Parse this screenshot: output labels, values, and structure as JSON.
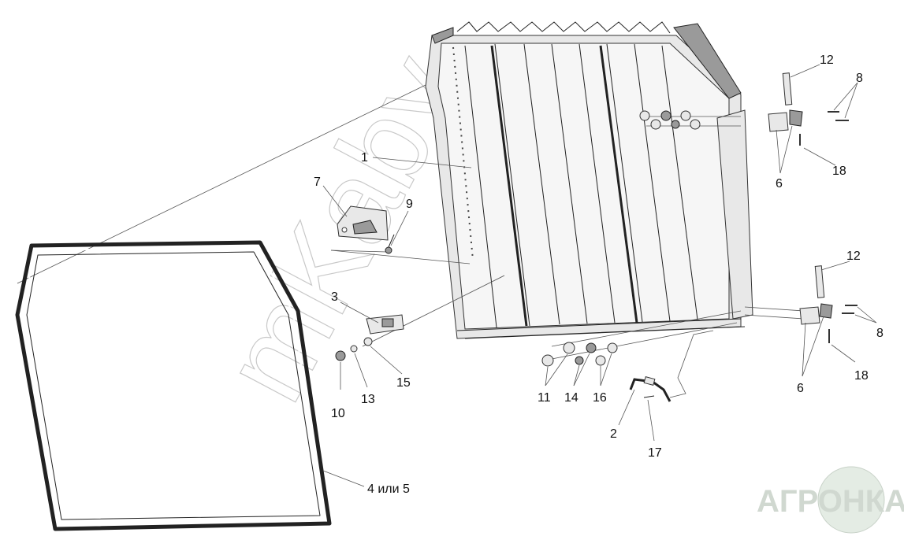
{
  "callouts": {
    "c1": "1",
    "c2": "2",
    "c3": "3",
    "c45": "4 или 5",
    "c6a": "6",
    "c6b": "6",
    "c7": "7",
    "c8a": "8",
    "c8b": "8",
    "c9": "9",
    "c10": "10",
    "c11": "11",
    "c12a": "12",
    "c12b": "12",
    "c13": "13",
    "c14": "14",
    "c15": "15",
    "c16": "16",
    "c17": "17",
    "c18a": "18",
    "c18b": "18"
  },
  "watermark": "mKaby",
  "logo": "АГРОНКА"
}
